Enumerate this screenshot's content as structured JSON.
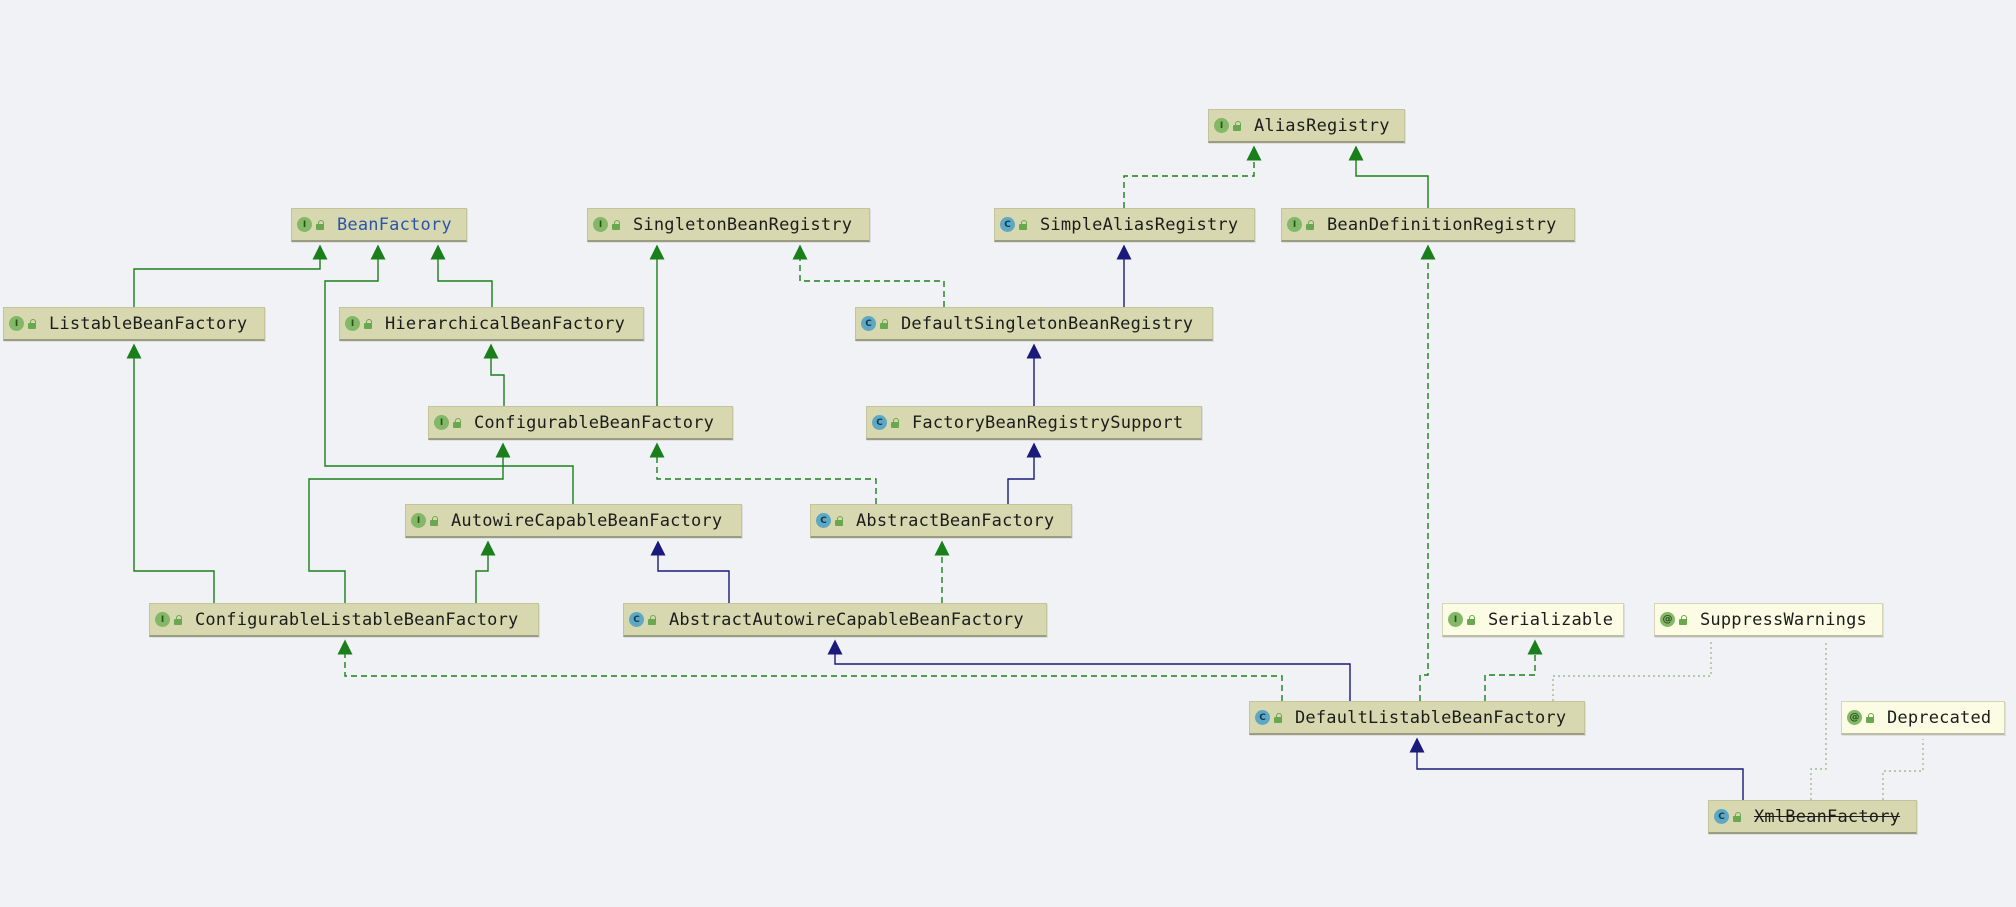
{
  "diagram": {
    "colors": {
      "background": "#f0f2f6",
      "node_fill": "#d8d8b0",
      "annotation_fill": "#fcfce4",
      "interface_edge": "#1a7f1a",
      "class_edge": "#1a1a7a",
      "annotation_edge": "#a8b890",
      "highlight_text": "#2a55a8"
    },
    "nodes": [
      {
        "id": "alias-registry",
        "label": "AliasRegistry",
        "kind": "interface"
      },
      {
        "id": "bean-factory",
        "label": "BeanFactory",
        "kind": "interface",
        "highlight": true
      },
      {
        "id": "singleton-bean-registry",
        "label": "SingletonBeanRegistry",
        "kind": "interface"
      },
      {
        "id": "simple-alias-registry",
        "label": "SimpleAliasRegistry",
        "kind": "class"
      },
      {
        "id": "bean-definition-registry",
        "label": "BeanDefinitionRegistry",
        "kind": "interface"
      },
      {
        "id": "listable-bean-factory",
        "label": "ListableBeanFactory",
        "kind": "interface"
      },
      {
        "id": "hierarchical-bean-factory",
        "label": "HierarchicalBeanFactory",
        "kind": "interface"
      },
      {
        "id": "default-singleton-bean-registry",
        "label": "DefaultSingletonBeanRegistry",
        "kind": "class"
      },
      {
        "id": "configurable-bean-factory",
        "label": "ConfigurableBeanFactory",
        "kind": "interface"
      },
      {
        "id": "factory-bean-registry-support",
        "label": "FactoryBeanRegistrySupport",
        "kind": "abstract"
      },
      {
        "id": "autowire-capable-bean-factory",
        "label": "AutowireCapableBeanFactory",
        "kind": "interface"
      },
      {
        "id": "abstract-bean-factory",
        "label": "AbstractBeanFactory",
        "kind": "abstract"
      },
      {
        "id": "configurable-listable-bean-factory",
        "label": "ConfigurableListableBeanFactory",
        "kind": "interface"
      },
      {
        "id": "abstract-autowire-capable-bean-factory",
        "label": "AbstractAutowireCapableBeanFactory",
        "kind": "abstract"
      },
      {
        "id": "serializable",
        "label": "Serializable",
        "kind": "interface",
        "light": true
      },
      {
        "id": "suppress-warnings",
        "label": "SuppressWarnings",
        "kind": "annotation",
        "light": true
      },
      {
        "id": "default-listable-bean-factory",
        "label": "DefaultListableBeanFactory",
        "kind": "class"
      },
      {
        "id": "deprecated",
        "label": "Deprecated",
        "kind": "annotation",
        "light": true
      },
      {
        "id": "xml-bean-factory",
        "label": "XmlBeanFactory",
        "kind": "class",
        "deprecated": true
      }
    ],
    "edges": [
      {
        "from": "simple-alias-registry",
        "to": "alias-registry",
        "type": "implements"
      },
      {
        "from": "bean-definition-registry",
        "to": "alias-registry",
        "type": "extends-interface"
      },
      {
        "from": "listable-bean-factory",
        "to": "bean-factory",
        "type": "extends-interface"
      },
      {
        "from": "hierarchical-bean-factory",
        "to": "bean-factory",
        "type": "extends-interface"
      },
      {
        "from": "autowire-capable-bean-factory",
        "to": "bean-factory",
        "type": "extends-interface"
      },
      {
        "from": "configurable-bean-factory",
        "to": "singleton-bean-registry",
        "type": "extends-interface"
      },
      {
        "from": "configurable-bean-factory",
        "to": "hierarchical-bean-factory",
        "type": "extends-interface"
      },
      {
        "from": "default-singleton-bean-registry",
        "to": "singleton-bean-registry",
        "type": "implements"
      },
      {
        "from": "default-singleton-bean-registry",
        "to": "simple-alias-registry",
        "type": "extends-class"
      },
      {
        "from": "factory-bean-registry-support",
        "to": "default-singleton-bean-registry",
        "type": "extends-class"
      },
      {
        "from": "abstract-bean-factory",
        "to": "factory-bean-registry-support",
        "type": "extends-class"
      },
      {
        "from": "abstract-bean-factory",
        "to": "configurable-bean-factory",
        "type": "implements"
      },
      {
        "from": "configurable-listable-bean-factory",
        "to": "listable-bean-factory",
        "type": "extends-interface"
      },
      {
        "from": "configurable-listable-bean-factory",
        "to": "configurable-bean-factory",
        "type": "extends-interface"
      },
      {
        "from": "configurable-listable-bean-factory",
        "to": "autowire-capable-bean-factory",
        "type": "extends-interface"
      },
      {
        "from": "abstract-autowire-capable-bean-factory",
        "to": "abstract-bean-factory",
        "type": "extends-class"
      },
      {
        "from": "abstract-autowire-capable-bean-factory",
        "to": "autowire-capable-bean-factory",
        "type": "implements"
      },
      {
        "from": "default-listable-bean-factory",
        "to": "abstract-autowire-capable-bean-factory",
        "type": "extends-class"
      },
      {
        "from": "default-listable-bean-factory",
        "to": "configurable-listable-bean-factory",
        "type": "implements"
      },
      {
        "from": "default-listable-bean-factory",
        "to": "bean-definition-registry",
        "type": "implements"
      },
      {
        "from": "default-listable-bean-factory",
        "to": "serializable",
        "type": "implements"
      },
      {
        "from": "default-listable-bean-factory",
        "to": "suppress-warnings",
        "type": "annotated"
      },
      {
        "from": "xml-bean-factory",
        "to": "default-listable-bean-factory",
        "type": "extends-class"
      },
      {
        "from": "xml-bean-factory",
        "to": "suppress-warnings",
        "type": "annotated"
      },
      {
        "from": "xml-bean-factory",
        "to": "deprecated",
        "type": "annotated"
      }
    ]
  }
}
